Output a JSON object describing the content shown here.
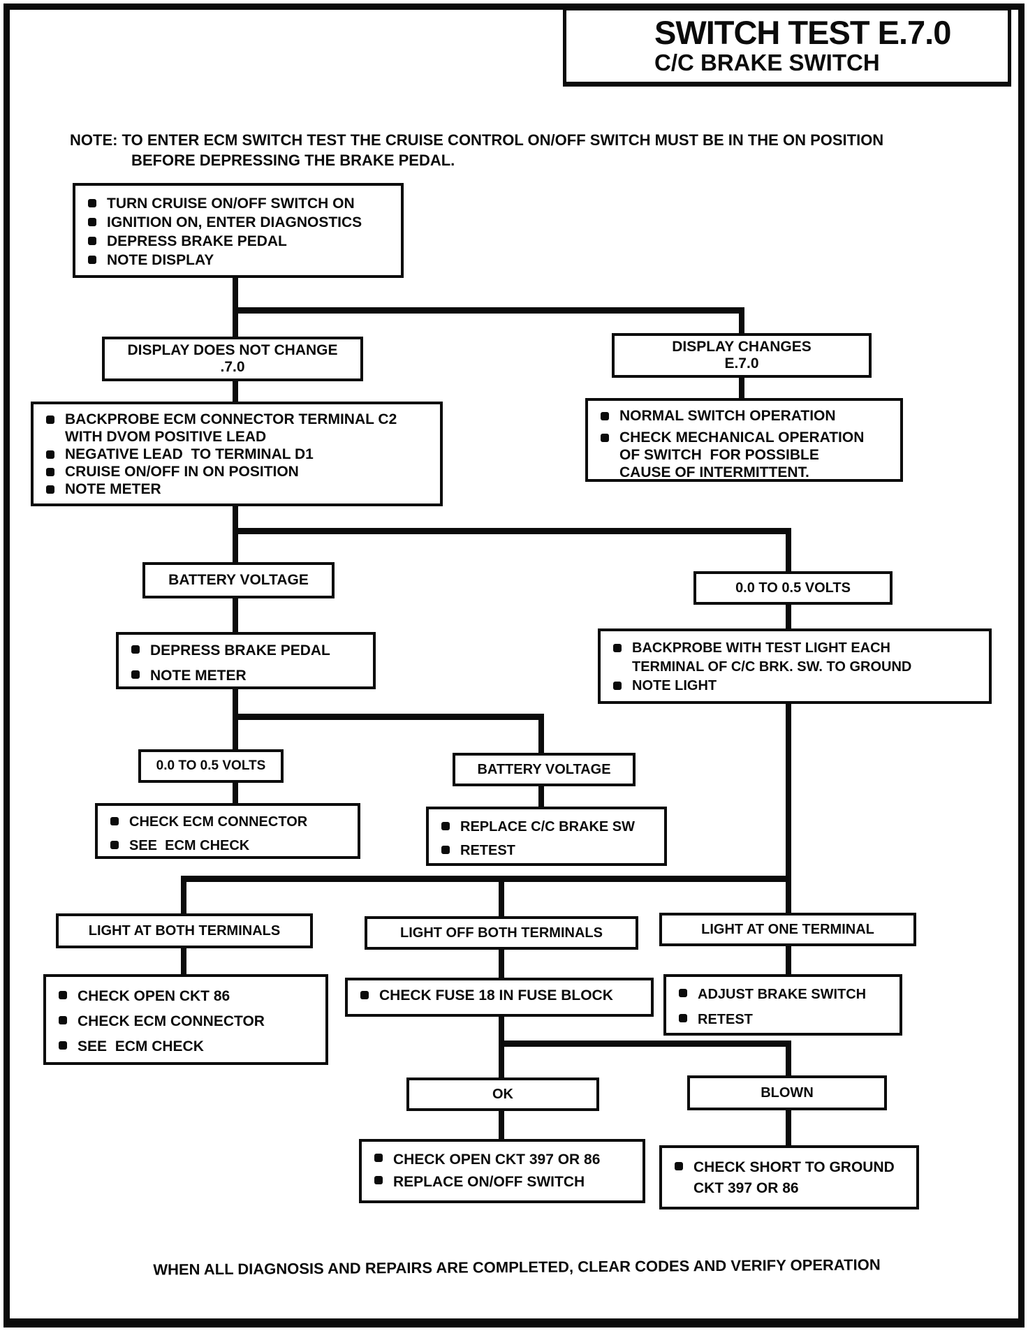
{
  "colors": {
    "ink": "#0b0b0b",
    "paper": "#ffffff"
  },
  "header": {
    "title": "SWITCH TEST E.7.0",
    "subtitle": "C/C BRAKE SWITCH"
  },
  "note": {
    "line1": "NOTE: TO ENTER ECM SWITCH TEST THE CRUISE CONTROL ON/OFF SWITCH MUST BE IN THE ON POSITION",
    "line2": "BEFORE DEPRESSING THE BRAKE PEDAL."
  },
  "flow": {
    "start": {
      "bullets": [
        [
          "TURN CRUISE ON/OFF SWITCH ON"
        ],
        [
          "IGNITION ON, ENTER DIAGNOSTICS"
        ],
        [
          "DEPRESS BRAKE PEDAL"
        ],
        [
          "NOTE DISPLAY"
        ]
      ]
    },
    "display_no_change": {
      "lines": [
        "DISPLAY DOES NOT CHANGE",
        ".7.0"
      ]
    },
    "display_changes": {
      "lines": [
        "DISPLAY CHANGES",
        "E.7.0"
      ]
    },
    "backprobe_ecm": {
      "bullets": [
        [
          "BACKPROBE ECM CONNECTOR TERMINAL C2",
          "WITH DVOM POSITIVE LEAD"
        ],
        [
          "NEGATIVE LEAD  TO TERMINAL D1"
        ],
        [
          "CRUISE ON/OFF IN ON POSITION"
        ],
        [
          "NOTE METER"
        ]
      ]
    },
    "normal_operation": {
      "bullets": [
        [
          "NORMAL SWITCH OPERATION"
        ],
        [
          "CHECK MECHANICAL OPERATION",
          "OF SWITCH  FOR POSSIBLE",
          "CAUSE OF INTERMITTENT."
        ]
      ]
    },
    "battery_voltage_1": {
      "lines": [
        "BATTERY VOLTAGE"
      ]
    },
    "low_volts_1": {
      "lines": [
        "0.0 TO 0.5 VOLTS"
      ]
    },
    "depress_brake": {
      "bullets": [
        [
          "DEPRESS BRAKE PEDAL"
        ],
        [
          "NOTE METER"
        ]
      ]
    },
    "backprobe_test_light": {
      "bullets": [
        [
          "BACKPROBE WITH TEST LIGHT EACH",
          "TERMINAL OF C/C BRK. SW. TO GROUND"
        ],
        [
          "NOTE LIGHT"
        ]
      ]
    },
    "low_volts_2": {
      "lines": [
        "0.0 TO 0.5 VOLTS"
      ]
    },
    "battery_voltage_2": {
      "lines": [
        "BATTERY VOLTAGE"
      ]
    },
    "check_ecm": {
      "bullets": [
        [
          "CHECK ECM CONNECTOR"
        ],
        [
          "SEE  ECM CHECK"
        ]
      ]
    },
    "replace_brake_sw": {
      "bullets": [
        [
          "REPLACE C/C BRAKE SW"
        ],
        [
          "RETEST"
        ]
      ]
    },
    "light_both": {
      "lines": [
        "LIGHT AT BOTH TERMINALS"
      ]
    },
    "light_off_both": {
      "lines": [
        "LIGHT OFF BOTH TERMINALS"
      ]
    },
    "light_one": {
      "lines": [
        "LIGHT AT ONE TERMINAL"
      ]
    },
    "check_open_86": {
      "bullets": [
        [
          "CHECK OPEN CKT 86"
        ],
        [
          "CHECK ECM CONNECTOR"
        ],
        [
          "SEE  ECM CHECK"
        ]
      ]
    },
    "check_fuse": {
      "bullets": [
        [
          "CHECK FUSE 18 IN FUSE BLOCK"
        ]
      ]
    },
    "adjust_switch": {
      "bullets": [
        [
          "ADJUST BRAKE SWITCH"
        ],
        [
          "RETEST"
        ]
      ]
    },
    "ok": {
      "lines": [
        "OK"
      ]
    },
    "blown": {
      "lines": [
        "BLOWN"
      ]
    },
    "check_open_397": {
      "bullets": [
        [
          "CHECK OPEN CKT 397 OR 86"
        ],
        [
          "REPLACE ON/OFF SWITCH"
        ]
      ]
    },
    "check_short": {
      "bullets": [
        [
          "CHECK SHORT TO GROUND",
          "CKT 397 OR 86"
        ]
      ]
    }
  },
  "footer": "WHEN ALL DIAGNOSIS AND REPAIRS ARE COMPLETED, CLEAR CODES AND VERIFY OPERATION"
}
